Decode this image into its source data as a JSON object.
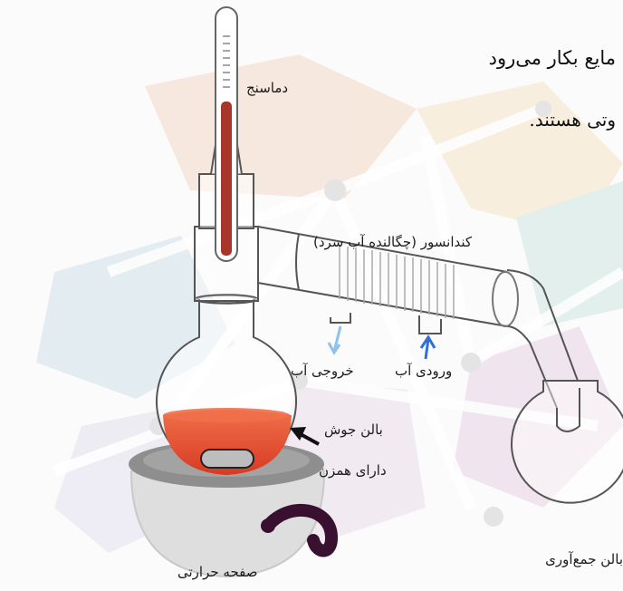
{
  "header": {
    "line1": "مایع بکار می‌رود",
    "line2": "وتی هستند."
  },
  "labels": {
    "thermometer": "دماسنج",
    "condenser": "کندانسور (چگالنده آب سرد)",
    "water_out": "خروجی آب",
    "water_in": "ورودی آب",
    "boiling_flask_line1": "بالن جوش",
    "boiling_flask_line2": "دارای همزن",
    "heating_plate": "صفحه حرارتی",
    "collection_flask": "بالن جمع‌آوری"
  },
  "colors": {
    "liquid": "#e0462c",
    "thermometer_fluid": "#a8362a",
    "water_in_arrow": "#2f6fd6",
    "water_out_arrow": "#8fc0ee",
    "heater_knob": "#3a1030"
  }
}
